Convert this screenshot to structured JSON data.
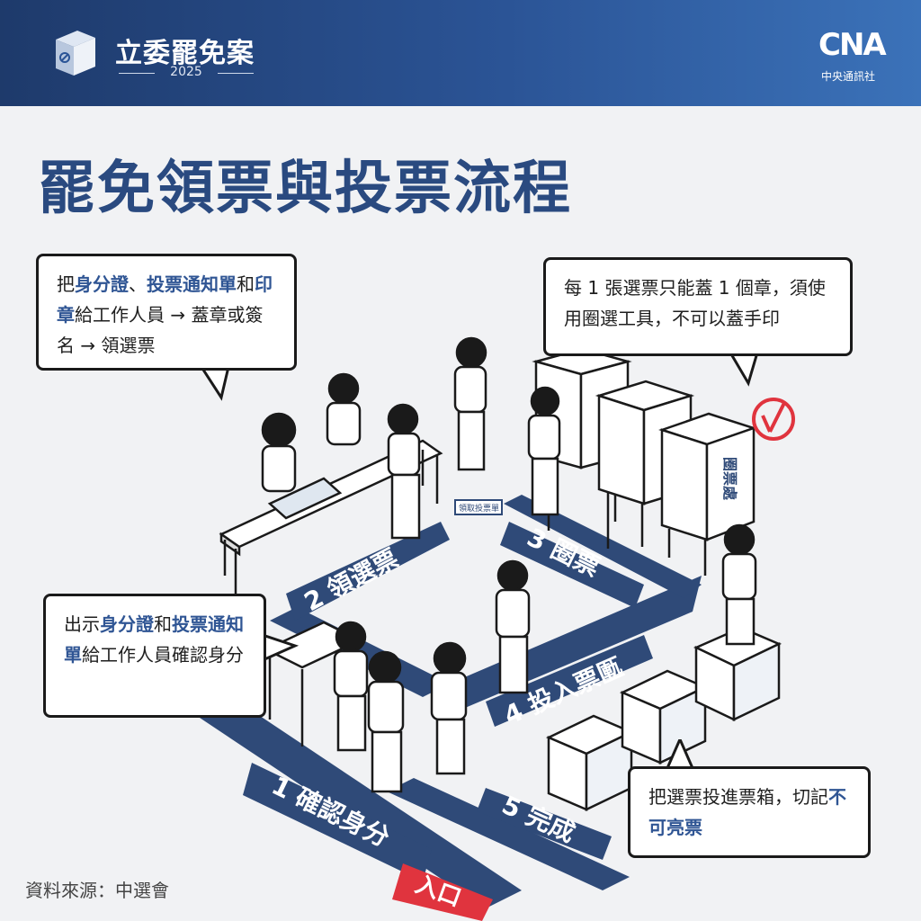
{
  "header": {
    "title": "立委罷免案",
    "year": "2025",
    "logo_text": "CNA",
    "logo_caption": "中央通訊社"
  },
  "main_title": "罷免領票與投票流程",
  "bubbles": {
    "b1": {
      "pre": "把",
      "h1": "身分證",
      "m1": "、",
      "h2": "投票通知單",
      "m2": "和",
      "h3": "印章",
      "post": "給工作人員 → 蓋章或簽名 → 領選票"
    },
    "b2": {
      "text": "每 1 張選票只能蓋 1 個章，須使用圈選工具，不可以蓋手印"
    },
    "b3": {
      "pre": "出示",
      "h1": "身分證",
      "m1": "和",
      "h2": "投票通知單",
      "post": "給工作人員確認身分"
    },
    "b4": {
      "pre": "把選票投進票箱，切記",
      "h1": "不可亮票"
    }
  },
  "steps": [
    {
      "label": "1 確認身分"
    },
    {
      "label": "2 領選票"
    },
    {
      "label": "3 圈票"
    },
    {
      "label": "4 投入票匭"
    },
    {
      "label": "5 完成"
    }
  ],
  "entrance": "入口",
  "booth_label": "圈票處",
  "sign_label": "領取投票單",
  "source": "資料來源：中選會",
  "colors": {
    "header": "#2b5496",
    "title": "#2a4a80",
    "path": "#2f4a78",
    "entrance": "#e0343e"
  }
}
